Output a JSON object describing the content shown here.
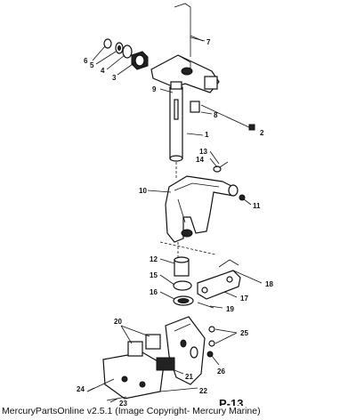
{
  "plate_label": "P-13",
  "caption": "MercuryPartsOnline v2.5.1 (Image Copyright- Mercury Marine)",
  "callouts": [
    "1",
    "2",
    "3",
    "4",
    "5",
    "6",
    "7",
    "8",
    "9",
    "10",
    "11",
    "12",
    "13",
    "14",
    "15",
    "16",
    "17",
    "18",
    "19",
    "20",
    "21",
    "22",
    "23",
    "24",
    "25",
    "26"
  ]
}
